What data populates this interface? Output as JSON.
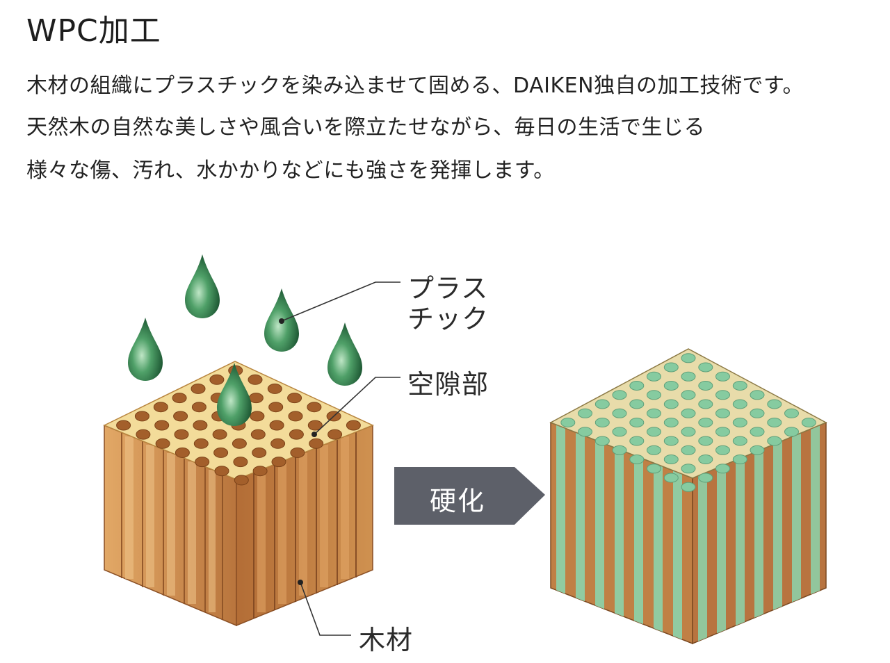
{
  "title": "WPC加工",
  "description": [
    "木材の組織にプラスチックを染み込ませて固める、DAIKEN独自の加工技術です。",
    "天然木の自然な美しさや風合いを際立たせながら、毎日の生活で生じる",
    "様々な傷、汚れ、水かかりなどにも強さを発揮します。"
  ],
  "labels": {
    "plastic_line1": "プラス",
    "plastic_line2": "チック",
    "void": "空隙部",
    "wood": "木材",
    "arrow": "硬化"
  },
  "colors": {
    "wood_top": "#f3dc9a",
    "wood_side": "#c98a4f",
    "wood_dark": "#9c5a2c",
    "plastic_green": "#3f9a5a",
    "green_cube": "#8ecfa6",
    "arrow_bg": "#5d6069"
  }
}
